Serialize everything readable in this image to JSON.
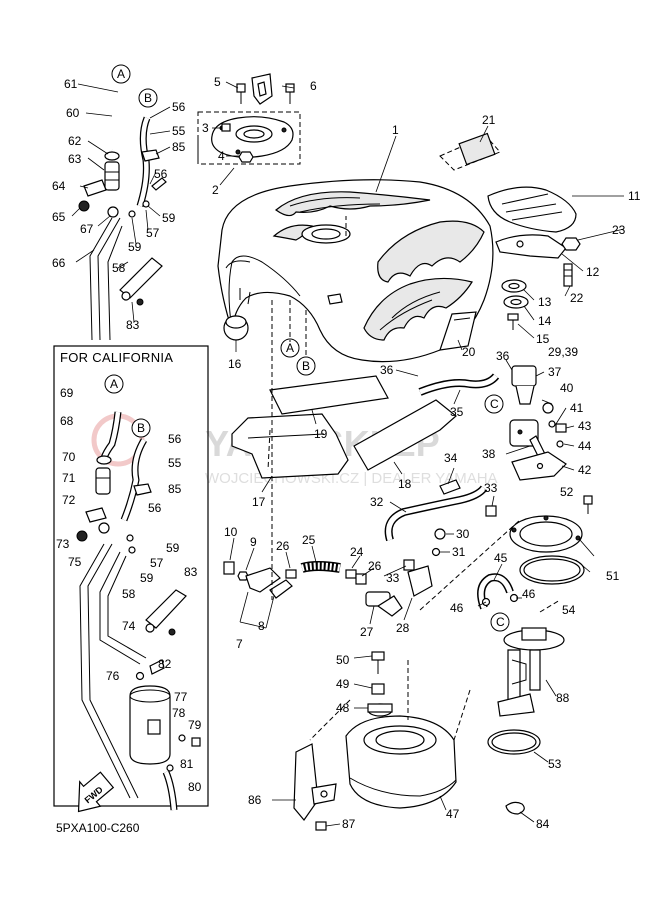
{
  "diagram": {
    "section_title": "FOR CALIFORNIA",
    "drawing_code": "5PXA100-C260",
    "fwd_label": "FWD",
    "watermark": {
      "main": "YAMA-SKLEP",
      "sub": "WOJCIECHOWSKI.CZ | DEALER YAMAHA"
    },
    "callouts": {
      "A": "A",
      "B": "B",
      "C": "C"
    },
    "parts": {
      "p1": "1",
      "p2": "2",
      "p3": "3",
      "p4": "4",
      "p5": "5",
      "p6": "6",
      "p7": "7",
      "p8": "8",
      "p9": "9",
      "p10": "10",
      "p11": "11",
      "p12": "12",
      "p13": "13",
      "p14": "14",
      "p15": "15",
      "p16": "16",
      "p17": "17",
      "p18": "18",
      "p19": "19",
      "p20": "20",
      "p21": "21",
      "p22": "22",
      "p23": "23",
      "p24": "24",
      "p25": "25",
      "p26": "26",
      "p27": "27",
      "p28": "28",
      "p29_39": "29,39",
      "p30": "30",
      "p31": "31",
      "p32": "32",
      "p33": "33",
      "p34": "34",
      "p35": "35",
      "p36": "36",
      "p37": "37",
      "p38": "38",
      "p40": "40",
      "p41": "41",
      "p42": "42",
      "p43": "43",
      "p44": "44",
      "p45": "45",
      "p46": "46",
      "p47": "47",
      "p48": "48",
      "p49": "49",
      "p50": "50",
      "p51": "51",
      "p52": "52",
      "p53": "53",
      "p54": "54",
      "p55": "55",
      "p56": "56",
      "p57": "57",
      "p58": "58",
      "p59": "59",
      "p60": "60",
      "p61": "61",
      "p62": "62",
      "p63": "63",
      "p64": "64",
      "p65": "65",
      "p66": "66",
      "p67": "67",
      "p68": "68",
      "p69": "69",
      "p70": "70",
      "p71": "71",
      "p72": "72",
      "p73": "73",
      "p74": "74",
      "p75": "75",
      "p76": "76",
      "p77": "77",
      "p78": "78",
      "p79": "79",
      "p80": "80",
      "p81": "81",
      "p82": "82",
      "p83": "83",
      "p84": "84",
      "p85": "85",
      "p86": "86",
      "p87": "87",
      "p88": "88"
    }
  }
}
